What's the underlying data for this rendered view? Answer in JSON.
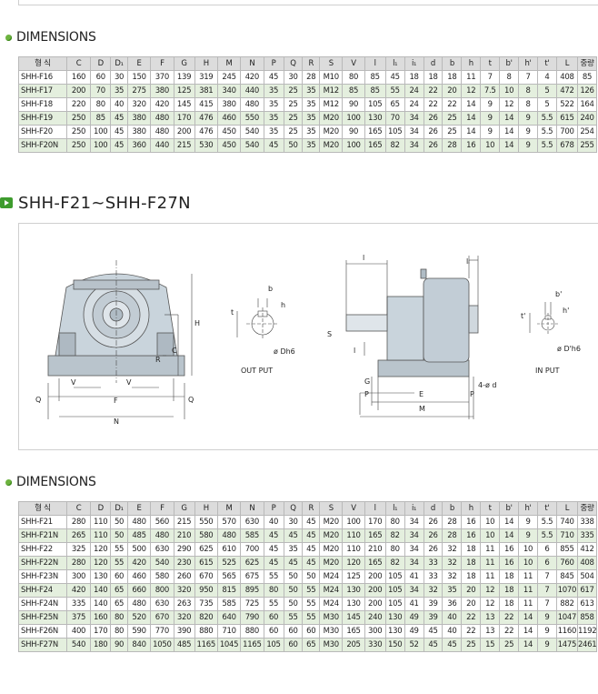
{
  "sections": {
    "dims1_label": "DIMENSIONS",
    "title": "SHH-F21~SHH-F27N",
    "dims2_label": "DIMENSIONS"
  },
  "colors": {
    "bullet": "#6db33f",
    "row_alt": "#e4efde",
    "header": "#dcdcdc"
  },
  "icons": {
    "section_bullet": "green-dot-icon",
    "title_marker": "play-arrow-icon"
  },
  "drawing": {
    "labels": {
      "output_caption": "OUT PUT",
      "input_caption": "IN PUT",
      "H": "H",
      "C": "C",
      "R": "R",
      "V": "V",
      "F": "F",
      "N": "N",
      "Q": "Q",
      "b": "b",
      "h": "h",
      "t": "t",
      "Dh6": "ø Dh6",
      "l": "l",
      "li": "lᵢ",
      "S": "S",
      "G": "G",
      "P": "P",
      "E": "E",
      "M": "M",
      "hole": "4-ø d",
      "bp": "b'",
      "hp": "h'",
      "tp": "t'",
      "Dph6": "ø D'h6"
    }
  },
  "table1": {
    "columns": [
      "형 식",
      "C",
      "D",
      "D₁",
      "E",
      "F",
      "G",
      "H",
      "M",
      "N",
      "P",
      "Q",
      "R",
      "S",
      "V",
      "l",
      "l₁",
      "i₁",
      "d",
      "b",
      "h",
      "t",
      "b'",
      "h'",
      "t'",
      "L",
      "중량"
    ],
    "rows": [
      [
        "SHH-F16",
        "160",
        "60",
        "30",
        "150",
        "370",
        "139",
        "319",
        "245",
        "420",
        "45",
        "30",
        "28",
        "M10",
        "80",
        "85",
        "45",
        "18",
        "18",
        "18",
        "11",
        "7",
        "8",
        "7",
        "4",
        "408",
        "85"
      ],
      [
        "SHH-F17",
        "200",
        "70",
        "35",
        "275",
        "380",
        "125",
        "381",
        "340",
        "440",
        "35",
        "25",
        "35",
        "M12",
        "85",
        "85",
        "55",
        "24",
        "22",
        "20",
        "12",
        "7.5",
        "10",
        "8",
        "5",
        "472",
        "126"
      ],
      [
        "SHH-F18",
        "220",
        "80",
        "40",
        "320",
        "420",
        "145",
        "415",
        "380",
        "480",
        "35",
        "25",
        "35",
        "M12",
        "90",
        "105",
        "65",
        "24",
        "22",
        "22",
        "14",
        "9",
        "12",
        "8",
        "5",
        "522",
        "164"
      ],
      [
        "SHH-F19",
        "250",
        "85",
        "45",
        "380",
        "480",
        "170",
        "476",
        "460",
        "550",
        "35",
        "25",
        "35",
        "M20",
        "100",
        "130",
        "70",
        "34",
        "26",
        "25",
        "14",
        "9",
        "14",
        "9",
        "5.5",
        "615",
        "240"
      ],
      [
        "SHH-F20",
        "250",
        "100",
        "45",
        "380",
        "480",
        "200",
        "476",
        "450",
        "540",
        "35",
        "25",
        "35",
        "M20",
        "90",
        "165",
        "105",
        "34",
        "26",
        "25",
        "14",
        "9",
        "14",
        "9",
        "5.5",
        "700",
        "254"
      ],
      [
        "SHH-F20N",
        "250",
        "100",
        "45",
        "360",
        "440",
        "215",
        "530",
        "450",
        "540",
        "45",
        "50",
        "35",
        "M20",
        "100",
        "165",
        "82",
        "34",
        "26",
        "28",
        "16",
        "10",
        "14",
        "9",
        "5.5",
        "678",
        "255"
      ]
    ]
  },
  "table2": {
    "columns": [
      "형 식",
      "C",
      "D",
      "D₁",
      "E",
      "F",
      "G",
      "H",
      "M",
      "N",
      "P",
      "Q",
      "R",
      "S",
      "V",
      "l",
      "l₁",
      "i₁",
      "d",
      "b",
      "h",
      "t",
      "b'",
      "h'",
      "t'",
      "L",
      "중량"
    ],
    "rows": [
      [
        "SHH-F21",
        "280",
        "110",
        "50",
        "480",
        "560",
        "215",
        "550",
        "570",
        "630",
        "40",
        "30",
        "45",
        "M20",
        "100",
        "170",
        "80",
        "34",
        "26",
        "28",
        "16",
        "10",
        "14",
        "9",
        "5.5",
        "740",
        "338"
      ],
      [
        "SHH-F21N",
        "265",
        "110",
        "50",
        "485",
        "480",
        "210",
        "580",
        "480",
        "585",
        "45",
        "45",
        "45",
        "M20",
        "110",
        "165",
        "82",
        "34",
        "26",
        "28",
        "16",
        "10",
        "14",
        "9",
        "5.5",
        "710",
        "335"
      ],
      [
        "SHH-F22",
        "325",
        "120",
        "55",
        "500",
        "630",
        "290",
        "625",
        "610",
        "700",
        "45",
        "35",
        "45",
        "M20",
        "110",
        "210",
        "80",
        "34",
        "26",
        "32",
        "18",
        "11",
        "16",
        "10",
        "6",
        "855",
        "412"
      ],
      [
        "SHH-F22N",
        "280",
        "120",
        "55",
        "420",
        "540",
        "230",
        "615",
        "525",
        "625",
        "45",
        "45",
        "45",
        "M20",
        "120",
        "165",
        "82",
        "34",
        "33",
        "32",
        "18",
        "11",
        "16",
        "10",
        "6",
        "760",
        "408"
      ],
      [
        "SHH-F23N",
        "300",
        "130",
        "60",
        "460",
        "580",
        "260",
        "670",
        "565",
        "675",
        "55",
        "50",
        "50",
        "M24",
        "125",
        "200",
        "105",
        "41",
        "33",
        "32",
        "18",
        "11",
        "18",
        "11",
        "7",
        "845",
        "504"
      ],
      [
        "SHH-F24",
        "420",
        "140",
        "65",
        "660",
        "800",
        "320",
        "950",
        "815",
        "895",
        "80",
        "50",
        "55",
        "M24",
        "130",
        "200",
        "105",
        "34",
        "32",
        "35",
        "20",
        "12",
        "18",
        "11",
        "7",
        "1070",
        "617"
      ],
      [
        "SHH-F24N",
        "335",
        "140",
        "65",
        "480",
        "630",
        "263",
        "735",
        "585",
        "725",
        "55",
        "50",
        "55",
        "M24",
        "130",
        "200",
        "105",
        "41",
        "39",
        "36",
        "20",
        "12",
        "18",
        "11",
        "7",
        "882",
        "613"
      ],
      [
        "SHH-F25N",
        "375",
        "160",
        "80",
        "520",
        "670",
        "320",
        "820",
        "640",
        "790",
        "60",
        "55",
        "55",
        "M30",
        "145",
        "240",
        "130",
        "49",
        "39",
        "40",
        "22",
        "13",
        "22",
        "14",
        "9",
        "1047",
        "858"
      ],
      [
        "SHH-F26N",
        "400",
        "170",
        "80",
        "590",
        "770",
        "390",
        "880",
        "710",
        "880",
        "60",
        "60",
        "60",
        "M30",
        "165",
        "300",
        "130",
        "49",
        "45",
        "40",
        "22",
        "13",
        "22",
        "14",
        "9",
        "1160",
        "1192"
      ],
      [
        "SHH-F27N",
        "540",
        "180",
        "90",
        "840",
        "1050",
        "485",
        "1165",
        "1045",
        "1165",
        "105",
        "60",
        "65",
        "M30",
        "205",
        "330",
        "150",
        "52",
        "45",
        "45",
        "25",
        "15",
        "25",
        "14",
        "9",
        "1475",
        "2461"
      ]
    ]
  }
}
